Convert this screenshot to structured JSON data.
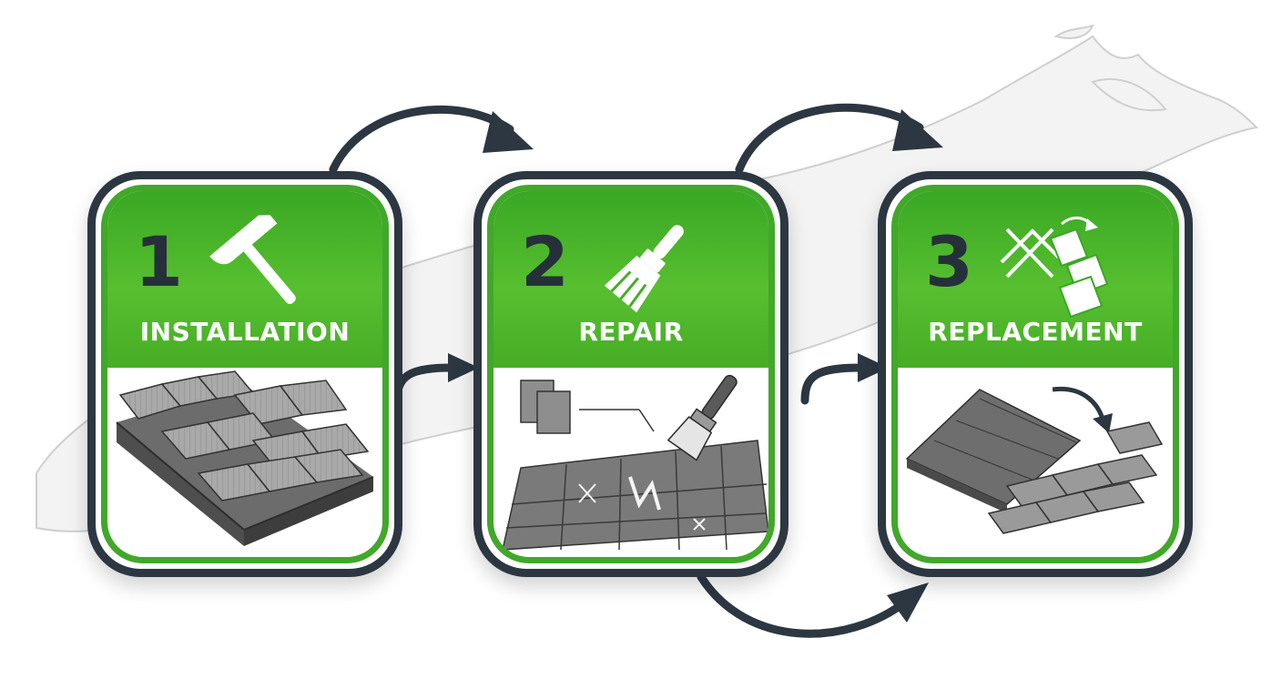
{
  "colors": {
    "accent_green": "#41a82a",
    "frame_dark": "#2c3742",
    "number_dark": "#26303a",
    "label_white": "#ffffff"
  },
  "steps": [
    {
      "number": "1",
      "title": "INSTALLATION",
      "icon": "hammer-icon",
      "illustration": "new-shingle-roof"
    },
    {
      "number": "2",
      "title": "REPAIR",
      "icon": "paintbrush-icon",
      "illustration": "damaged-shingle-repair"
    },
    {
      "number": "3",
      "title": "REPLACEMENT",
      "icon": "roof-replacement-icon",
      "illustration": "roof-section-replacement"
    }
  ],
  "connectors": [
    "step1-to-step2-arrows",
    "step2-to-step3-arrows"
  ]
}
